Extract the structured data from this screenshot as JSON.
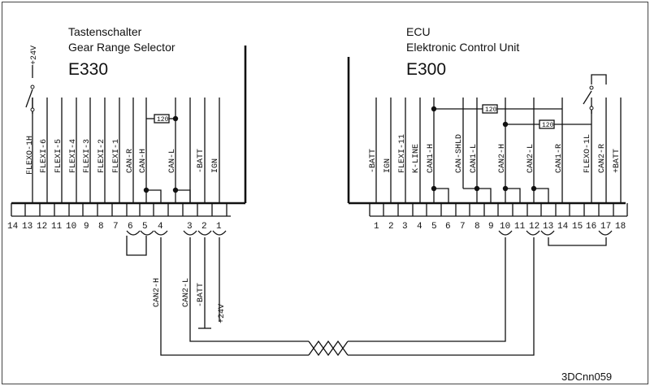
{
  "left_device": {
    "name_de": "Tastenschalter",
    "name_en": "Gear Range Selector",
    "id": "E330",
    "supply_label": "+24V",
    "terminals": [
      "14",
      "13",
      "12",
      "11",
      "10",
      "9",
      "8",
      "7",
      "6",
      "5",
      "4",
      "3",
      "2",
      "1"
    ],
    "pin_labels": [
      "FLEXO-1H",
      "FLEXI-6",
      "FLEXI-5",
      "FLEXI-4",
      "FLEXI-3",
      "FLEXI-2",
      "FLEXI-1",
      "CAN-R",
      "CAN-H",
      "CAN-L",
      "-BATT",
      "IGN"
    ],
    "resistor": "120"
  },
  "right_device": {
    "name_short": "ECU",
    "name_long": "Elektronic Control Unit",
    "id": "E300",
    "terminals": [
      "1",
      "2",
      "3",
      "4",
      "5",
      "6",
      "7",
      "8",
      "9",
      "10",
      "11",
      "12",
      "13",
      "14",
      "15",
      "16",
      "17",
      "18"
    ],
    "pin_labels": [
      "-BATT",
      "IGN",
      "FLEXI-11",
      "K-LINE",
      "CAN1-H",
      "CAN-SHLD",
      "CAN1-L",
      "CAN2-H",
      "CAN2-L",
      "CAN1-R",
      "FLEXO-1L",
      "CAN2-R",
      "+BATT"
    ],
    "resistors": [
      "120",
      "120"
    ]
  },
  "wire_labels": {
    "can2_h": "CAN2-H",
    "can2_l": "CAN2-L",
    "batt_neg": "-BATT",
    "supply": "+24V"
  },
  "figure_id": "3DCnn059"
}
